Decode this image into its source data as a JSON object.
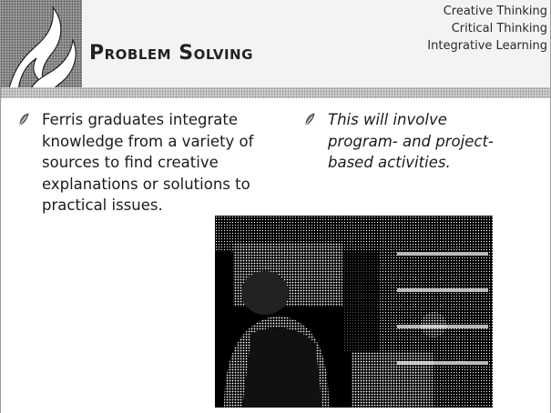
{
  "slide": {
    "title": "Problem Solving",
    "subtitles": [
      "Creative Thinking",
      "Critical Thinking",
      "Integrative Learning"
    ],
    "bullets_left": [
      "Ferris graduates integrate knowledge from a variety of sources to find creative explanations or solutions to practical issues."
    ],
    "bullets_right": [
      "This will involve program- and project-based activities."
    ],
    "bullet_icon": "leaf-bullet-icon",
    "logo_icon": "flame-logo-icon",
    "photo_icon": "classroom-photo"
  }
}
